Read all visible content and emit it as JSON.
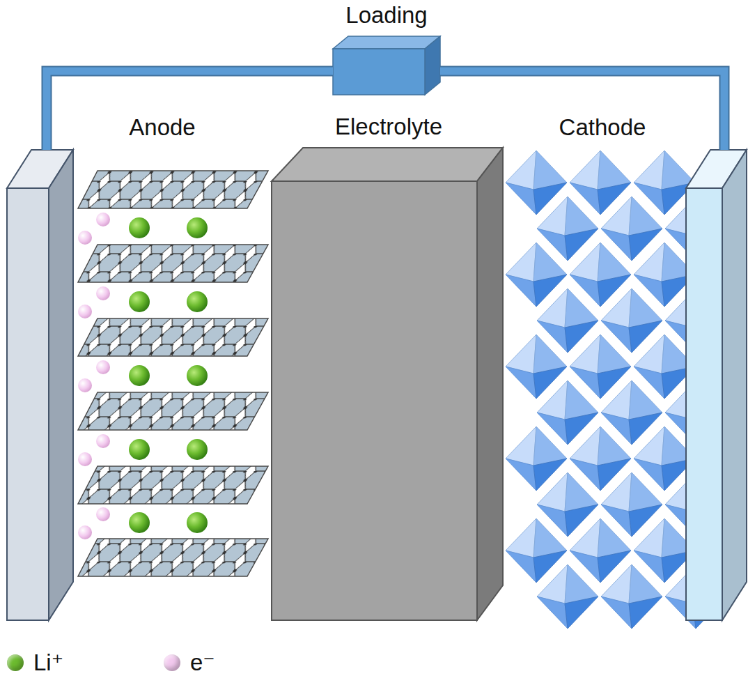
{
  "diagram": {
    "nodes": [
      {
        "text": [
          "Loading"
        ]
      },
      {
        "text": [
          "Anode"
        ]
      },
      {
        "text": [
          "Electrolyte"
        ]
      },
      {
        "text": [
          "Cathode"
        ]
      }
    ],
    "edges": [
      {
        "from": 0,
        "to": 1,
        "arrow": "none"
      },
      {
        "from": 0,
        "to": 3,
        "arrow": "none"
      }
    ],
    "legend": [
      {
        "text": "Li⁺",
        "color": "#6cbb2f"
      },
      {
        "text": "e⁻",
        "color": "#f2c9ee"
      }
    ]
  }
}
